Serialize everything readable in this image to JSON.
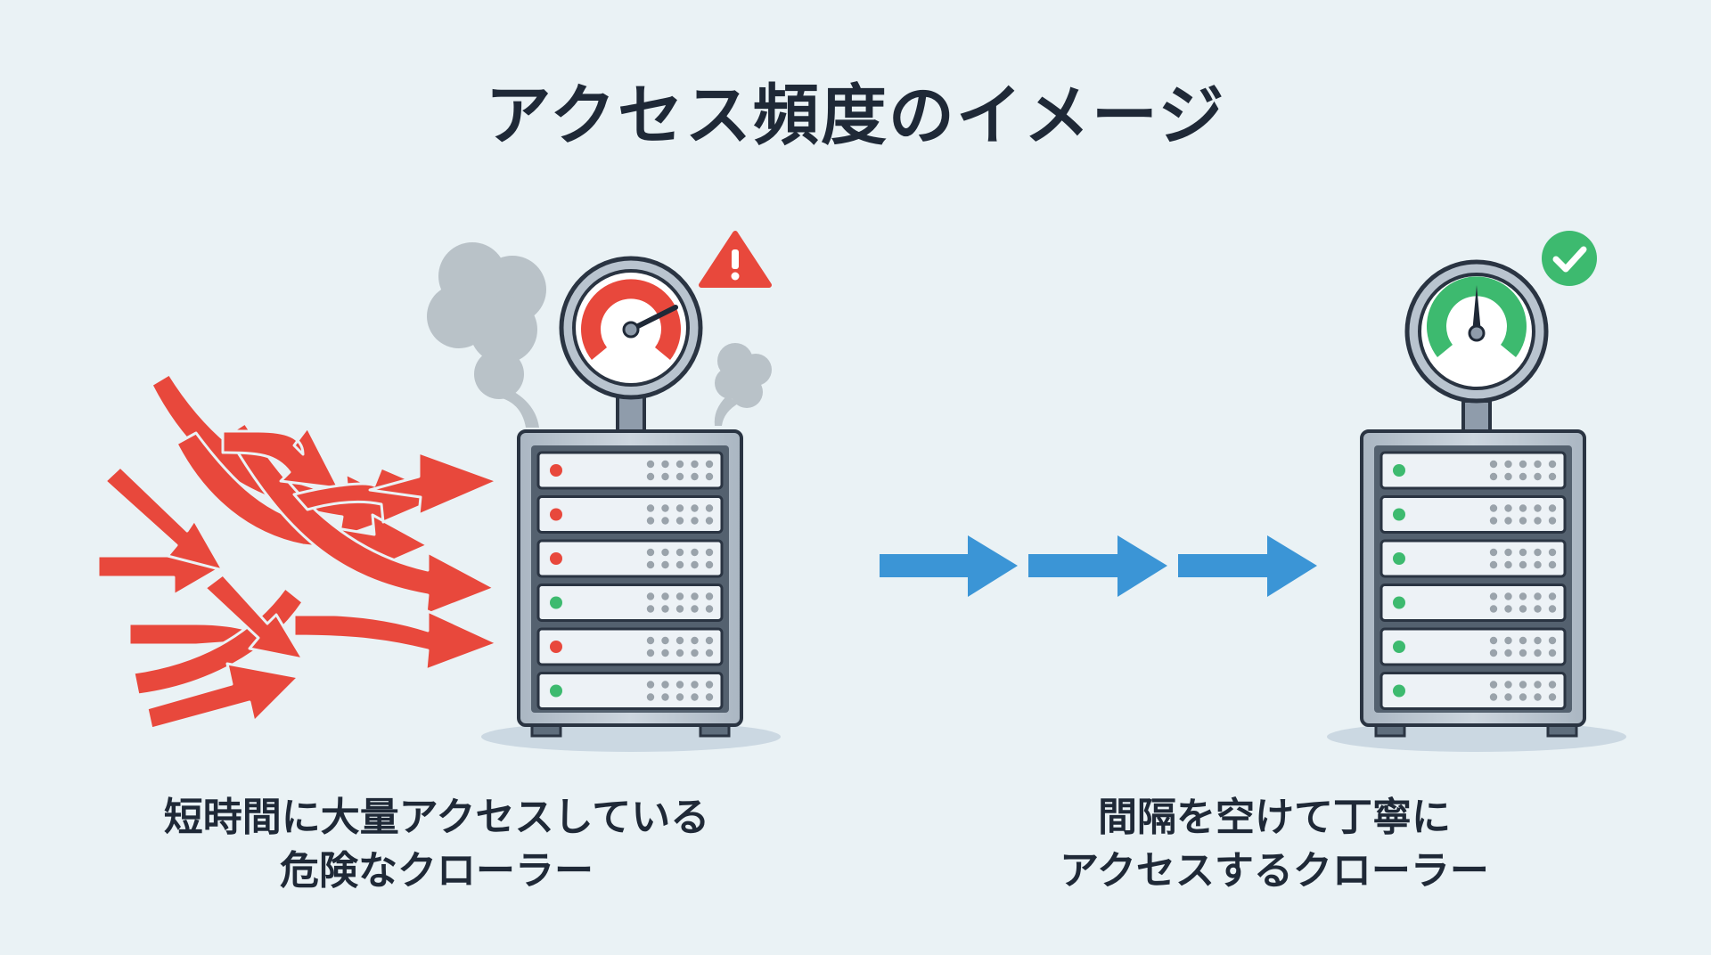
{
  "title": "アクセス頻度のイメージ",
  "left_panel": {
    "caption_line1": "短時間に大量アクセスしている",
    "caption_line2": "危険なクローラー",
    "status_icon": "warning-triangle-icon",
    "gauge_state": "high",
    "server_leds": [
      "red",
      "red",
      "red",
      "green",
      "red",
      "green"
    ],
    "arrow_style": "many-tangled",
    "effect": "smoke"
  },
  "right_panel": {
    "caption_line1": "間隔を空けて丁寧に",
    "caption_line2": "アクセスするクローラー",
    "status_icon": "check-circle-icon",
    "gauge_state": "normal",
    "server_leds": [
      "green",
      "green",
      "green",
      "green",
      "green",
      "green"
    ],
    "arrow_style": "evenly-spaced",
    "arrow_count": 3
  },
  "colors": {
    "background": "#eaf2f5",
    "danger": "#e8483c",
    "ok": "#3dba6f",
    "arrow_blue": "#3b95d6",
    "text": "#1f2937",
    "smoke": "#b9c2c8"
  }
}
